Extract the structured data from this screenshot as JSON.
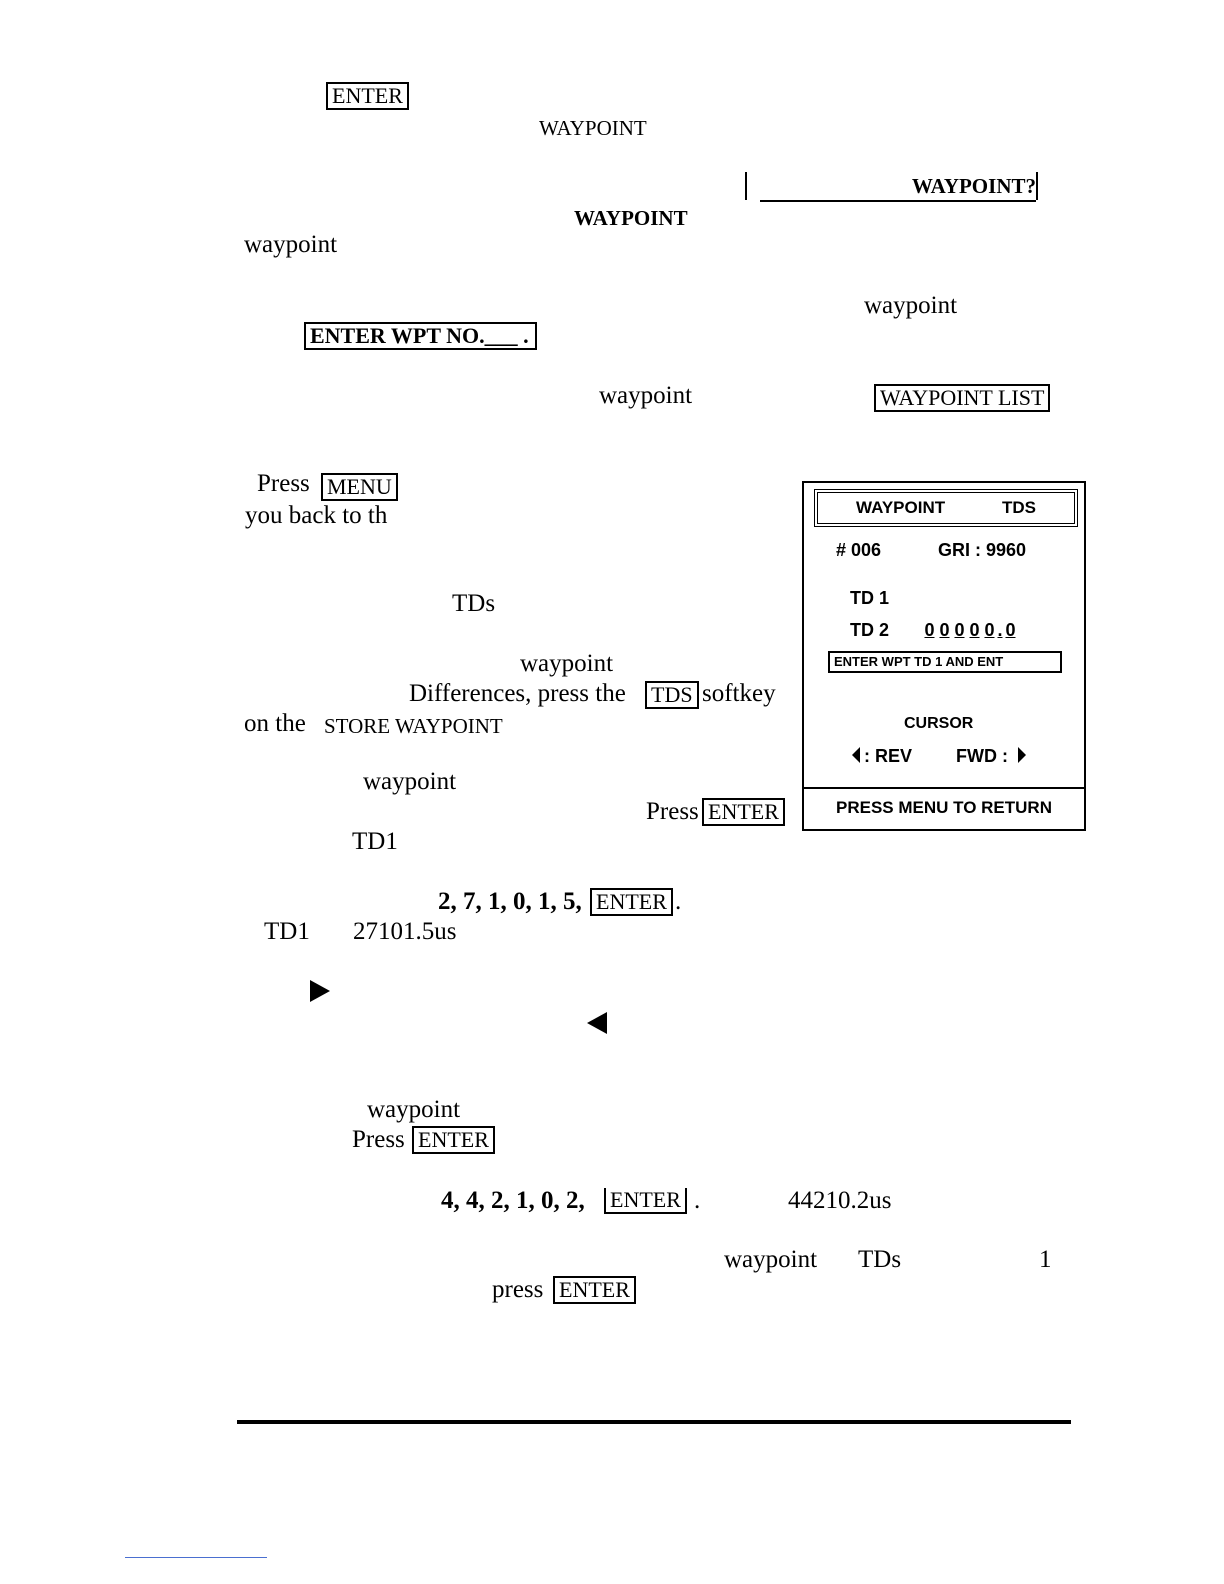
{
  "text": {
    "waypoint_cap": "WAYPOINT",
    "waypoint_bold": "WAYPOINT",
    "waypoint_lc": "waypoint",
    "press": "Press",
    "press_lc": "press",
    "you_back": "you back to th",
    "tds": "TDs",
    "differences": "Differences, press the",
    "softkey": "softkey",
    "on_the": "on the",
    "store_waypoint": "STORE WAYPOINT",
    "td1": "TD1",
    "seq1": "2, 7, 1, 0, 1, 5,",
    "val1": "27101.5us",
    "seq2": "4, 4, 2, 1, 0, 2,",
    "val2": "44210.2us",
    "one": "1",
    "period": ".",
    "dot_comma": "."
  },
  "keys": {
    "enter": "ENTER",
    "menu": "MENU",
    "tds": "TDS",
    "enter_wpt_no": "ENTER WPT NO.___ .",
    "waypoint_list": "WAYPOINT LIST",
    "waypoint_q": "WAYPOINT?"
  },
  "lcd": {
    "header_left": "WAYPOINT",
    "header_right": "TDS",
    "number": "# 006",
    "gri": "GRI : 9960",
    "td1": "TD 1",
    "td2": "TD 2",
    "td2_digits": [
      "0",
      "0",
      "0",
      "0",
      "0",
      ".",
      "0"
    ],
    "prompt": "ENTER WPT TD 1 AND ENT",
    "cursor": "CURSOR",
    "rev": ": REV",
    "fwd": "FWD :",
    "footer": "PRESS MENU TO RETURN"
  }
}
